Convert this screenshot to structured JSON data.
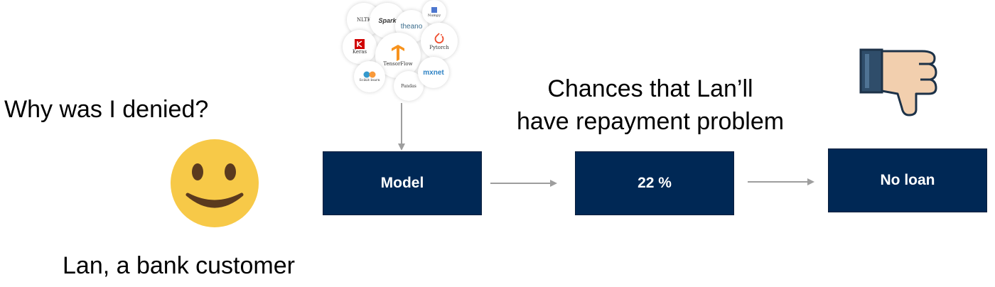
{
  "question": "Why was I denied?",
  "customer_label": "Lan, a bank customer",
  "chances": {
    "line1": "Chances that Lan’ll",
    "line2": "have repayment problem"
  },
  "boxes": {
    "model": "Model",
    "probability": "22 %",
    "result": "No loan"
  },
  "libraries": {
    "nltk": "NLTK",
    "spark": "Spark",
    "theano": "theano",
    "numpy": "Numpy",
    "keras": "Keras",
    "tensorflow": "TensorFlow",
    "pytorch": "Pytorch",
    "sklearn": "Scikit-learn",
    "mxnet": "mxnet",
    "pandas": "Pandas"
  },
  "colors": {
    "box_fill": "#002855",
    "arrow": "#9e9e9e",
    "smiley": "#f7c948",
    "thumb_skin": "#f2cfae",
    "cuff": "#2f4d6a"
  },
  "icons": [
    "smiley-face-icon",
    "thumbs-down-icon",
    "keras-logo-icon",
    "tensorflow-logo-icon",
    "pytorch-logo-icon",
    "numpy-logo-icon",
    "sklearn-logo-icon"
  ]
}
